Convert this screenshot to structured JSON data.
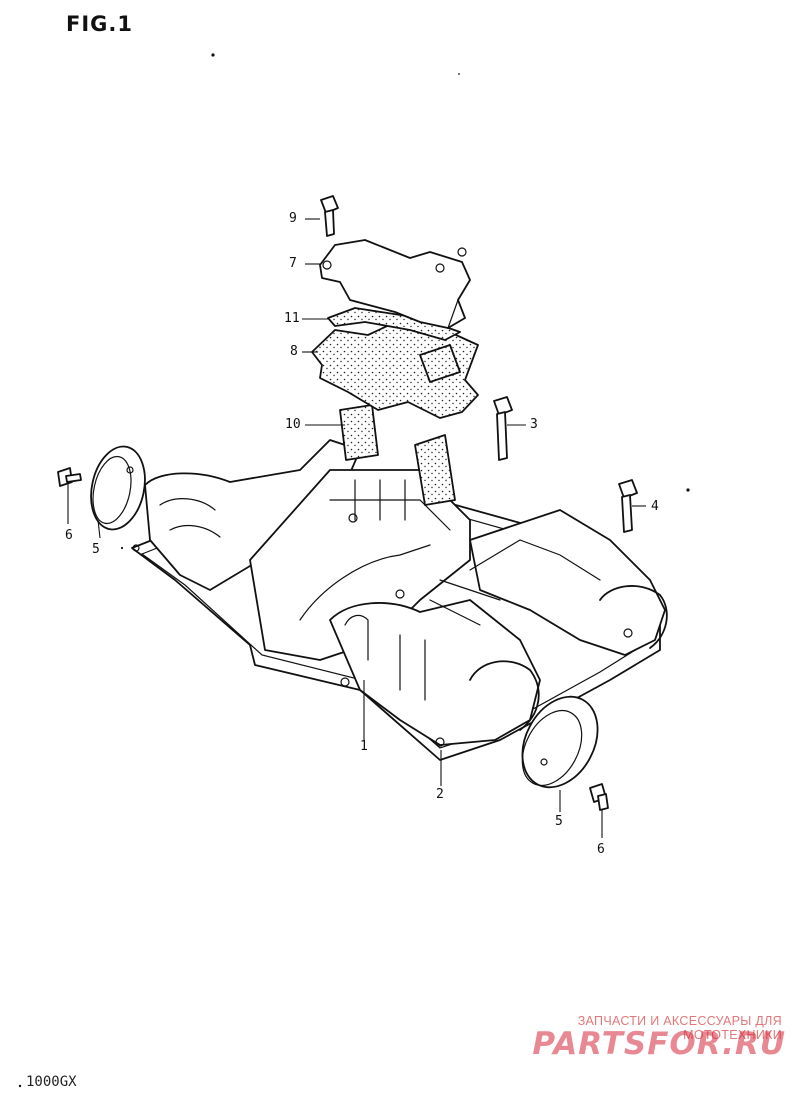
{
  "figure_title": "FIG.1",
  "model_code": "1000GX",
  "callouts": [
    "9",
    "7",
    "11",
    "8",
    "10",
    "3",
    "4",
    "6",
    "5",
    "1",
    "2",
    "5",
    "6"
  ],
  "watermark": {
    "tagline": "ЗАПЧАСТИ И АКСЕССУАРЫ ДЛЯ МОТОТЕХНИКИ",
    "brand": "PARTSFOR.RU",
    "tagline_color": "#e0787a",
    "brand_color": "#d6283a"
  },
  "icons": [
    "bolt-icon",
    "screw-icon",
    "cam-cover-icon",
    "breather-cover-icon",
    "gasket-icon",
    "end-cap-icon"
  ]
}
